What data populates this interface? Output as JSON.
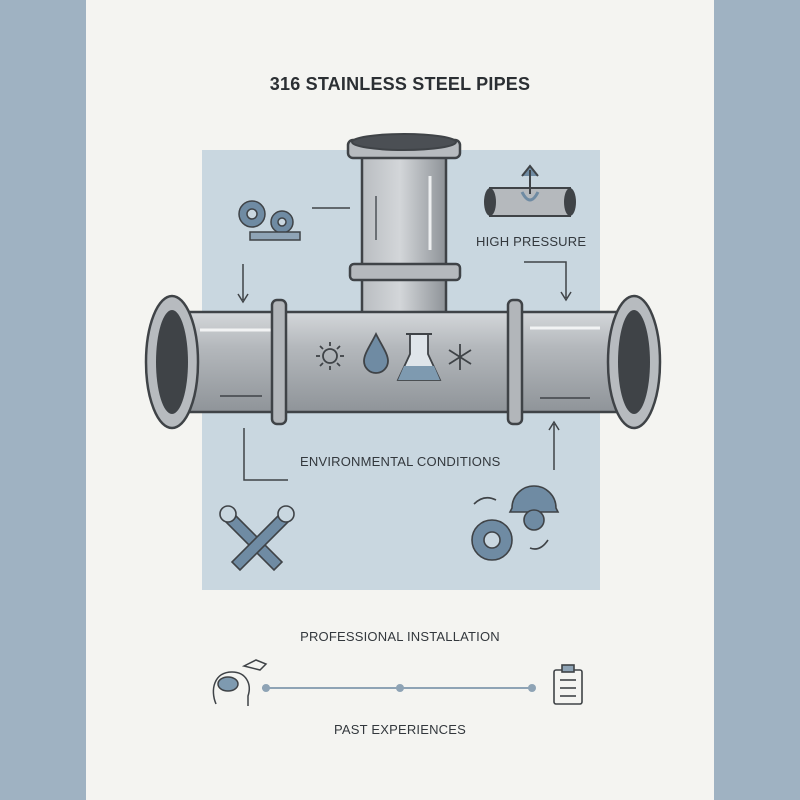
{
  "title": "316 STAINLESS STEEL PIPES",
  "labels": {
    "high_pressure": "HIGH PRESSURE",
    "environmental_conditions": "ENVIRONMENTAL CONDITIONS",
    "professional_installation": "PROFESSIONAL INSTALLATION",
    "past_experiences": "PAST EXPERIENCES"
  },
  "colors": {
    "background": "#9fb2c2",
    "paper": "#f4f4f1",
    "panel": "#c9d7e0",
    "steel": "#a9adb2",
    "outline": "#3f4347",
    "icon_blue": "#6f8ba3"
  },
  "icons": [
    "gear-icon",
    "sun-icon",
    "water-drop-icon",
    "flask-icon",
    "snowflake-icon",
    "wrench-icon",
    "hardhat-gears-icon",
    "brain-icon",
    "clipboard-icon",
    "pressure-pipe-icon"
  ]
}
